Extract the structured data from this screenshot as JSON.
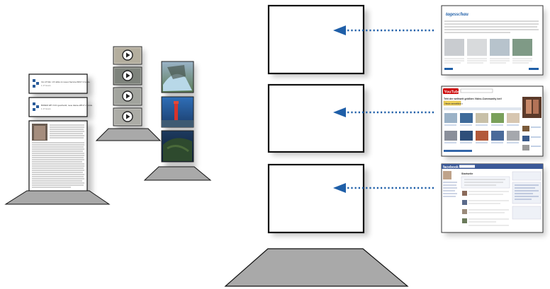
{
  "diagram": {
    "left_cards": {
      "card1_line1": "Vor 2,5 Wo: 1.5 Jahre im neuen Service-WK17 2 Guide.",
      "card1_line2": "1.17 Hours",
      "card2_line1": "BODEN WP 3 Uhr geschenkt; neue Hanse-WK17 2 Guide.",
      "card2_line2": "1.17 Hours"
    },
    "right_pages": {
      "page1_logo": "tagesschau",
      "page2_logo": "YouTube",
      "page2_headline": "Tritt der weltweit größten Video-Community bei!",
      "page2_button": "Heute anmelden »",
      "page3_logo": "facebook",
      "page3_heading": "Startseite"
    },
    "colors": {
      "frame": "#111111",
      "arrow": "#1f5fa8",
      "base_fill": "#a9a9a9",
      "youtube_red": "#cc0000",
      "facebook_blue": "#3b5998"
    }
  }
}
